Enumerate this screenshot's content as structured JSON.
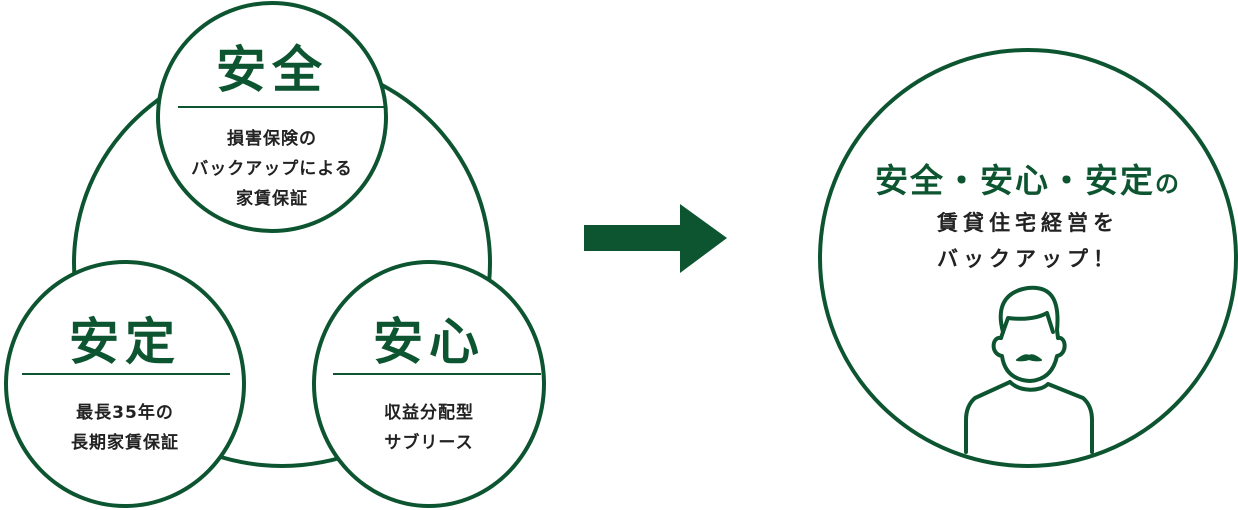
{
  "colors": {
    "accent": "#0d5530"
  },
  "pillars": [
    {
      "title": "安全",
      "lines": [
        "損害保険の",
        "バックアップによる",
        "家賃保証"
      ]
    },
    {
      "title": "安定",
      "lines": [
        "最長35年の",
        "長期家賃保証"
      ]
    },
    {
      "title": "安心",
      "lines": [
        "収益分配型",
        "サブリース"
      ]
    }
  ],
  "result": {
    "headline": "安全・安心・安定",
    "headline_suffix": "の",
    "lines": [
      "賃貸住宅経営を",
      "バックアップ！"
    ]
  },
  "icons": {
    "arrow": "arrow-right-icon",
    "person": "man-with-mustache-icon"
  }
}
